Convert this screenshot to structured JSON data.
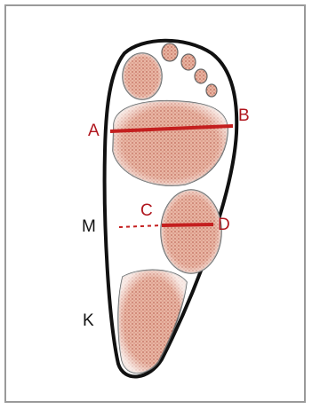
{
  "diagram": {
    "points": {
      "a": "A",
      "b": "B",
      "c": "C",
      "d": "D",
      "m": "M",
      "k": "K"
    },
    "colors": {
      "measure_line": "#c41e1e",
      "label_red": "#b0161e",
      "label_black": "#111111",
      "pad_fill": "#e8b3a0",
      "pad_stipple": "#c0695a",
      "outline": "#111111"
    }
  }
}
